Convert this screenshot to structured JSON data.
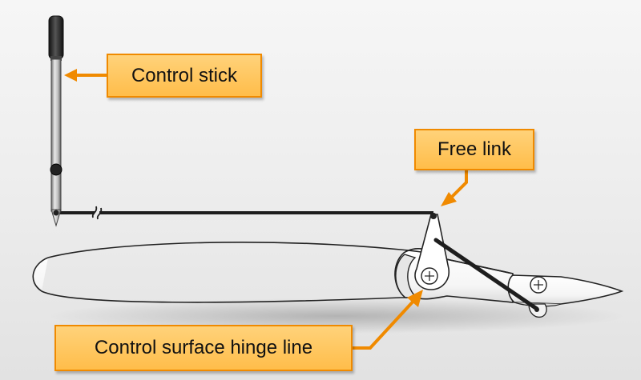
{
  "callouts": {
    "control_stick": "Control stick",
    "free_link": "Free link",
    "hinge_line": "Control surface hinge line"
  },
  "colors": {
    "callout_fill": "#ffc75f",
    "callout_border": "#f08a00",
    "arrow": "#f08a00",
    "airfoil_fill": "#ffffff",
    "rod": "#222222"
  }
}
